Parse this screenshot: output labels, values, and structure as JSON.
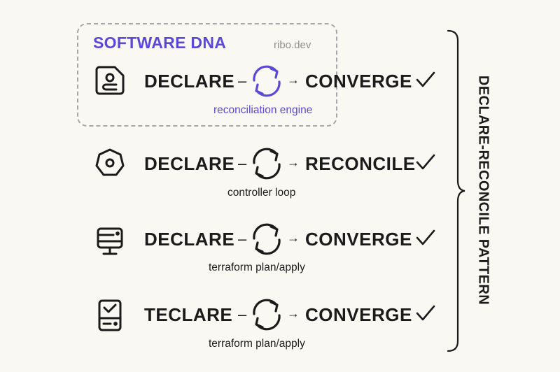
{
  "header": {
    "brand": "SOFTWARE DNA",
    "site": "ribo.dev"
  },
  "colors": {
    "accent": "#5b48d6",
    "text": "#1b1b1b",
    "muted": "#8d8d8d",
    "background": "#faf8f3",
    "dashed_border": "#a7a7a7"
  },
  "rows": [
    {
      "icon": "file-user-icon",
      "left": "DECLARE",
      "connector_dash": "–",
      "connector_arrow": "→",
      "right": "CONVERGE",
      "check": "✓",
      "caption": "reconciliation engine",
      "highlight": true
    },
    {
      "icon": "heptagon-gear-icon",
      "left": "DECLARE",
      "connector_dash": "–",
      "connector_arrow": "→",
      "right": "RECONCILE",
      "check": "✓",
      "caption": "controller loop"
    },
    {
      "icon": "server-monitor-icon",
      "left": "DECLARE",
      "connector_dash": "–",
      "connector_arrow": "→",
      "right": "CONVERGE",
      "check": "✓",
      "caption": "terraform plan/apply"
    },
    {
      "icon": "server-check-icon",
      "left": "TECLARE",
      "connector_dash": "–",
      "connector_arrow": "→",
      "right": "CONVERGE",
      "check": "✓",
      "caption": "terraform plan/apply"
    }
  ],
  "side_label": "DECLARE-RECONCILE PATTERN"
}
